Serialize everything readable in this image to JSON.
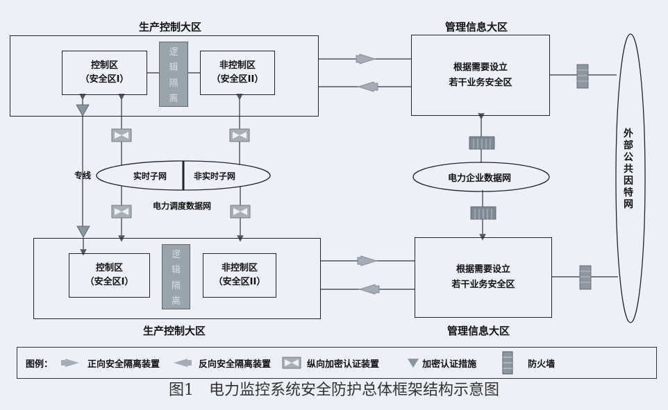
{
  "top_section": {
    "production_title": "生产控制大区",
    "control_zone": {
      "line1": "控制区",
      "line2": "（安全区I）"
    },
    "logic_isolation": [
      "逻",
      "辑",
      "隔",
      "离"
    ],
    "noncontrol_zone": {
      "line1": "非控制区",
      "line2": "（安全区II）"
    },
    "management_title": "管理信息大区",
    "management_box": {
      "line1": "根据需要设立",
      "line2": "若干业务安全区"
    }
  },
  "middle": {
    "dedicated_line": "专线",
    "realtime_subnet": "实时子网",
    "nonrealtime_subnet": "非实时子网",
    "dispatch_network": "电力调度数据网",
    "enterprise_network": "电力企业数据网",
    "internet": "外部公共因特网"
  },
  "bottom_section": {
    "production_title": "生产控制大区",
    "control_zone": {
      "line1": "控制区",
      "line2": "（安全区I）"
    },
    "logic_isolation": [
      "逻",
      "辑",
      "隔",
      "离"
    ],
    "noncontrol_zone": {
      "line1": "非控制区",
      "line2": "（安全区II）"
    },
    "management_title": "管理信息大区",
    "management_box": {
      "line1": "根据需要设立",
      "line2": "若干业务安全区"
    }
  },
  "legend": {
    "label": "图例：",
    "items": [
      {
        "icon": "forward-isolation-icon",
        "text": "正向安全隔离装置"
      },
      {
        "icon": "reverse-isolation-icon",
        "text": "反向安全隔离装置"
      },
      {
        "icon": "encryption-device-icon",
        "text": "纵向加密认证装置"
      },
      {
        "icon": "encryption-measure-icon",
        "text": "加密认证措施"
      },
      {
        "icon": "firewall-icon",
        "text": "防火墙"
      }
    ]
  },
  "caption": "图1　电力监控系统安全防护总体框架结构示意图"
}
